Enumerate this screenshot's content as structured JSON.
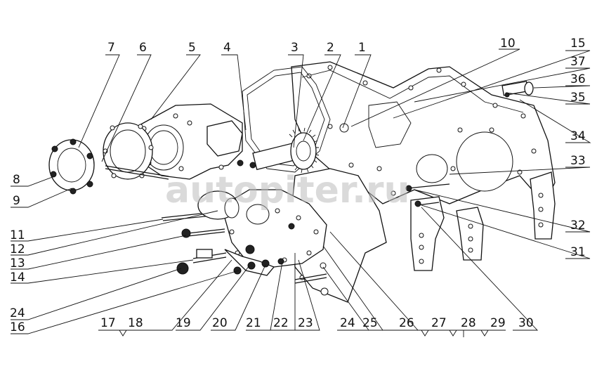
{
  "watermark": "autopiter.ru",
  "callouts": [
    "1",
    "2",
    "3",
    "4",
    "5",
    "6",
    "7",
    "8",
    "9",
    "10",
    "11",
    "12",
    "13",
    "14",
    "15",
    "16",
    "17",
    "18",
    "19",
    "20",
    "21",
    "22",
    "23",
    "24",
    "24",
    "25",
    "26",
    "27",
    "28",
    "29",
    "30",
    "31",
    "32",
    "33",
    "34",
    "35",
    "36",
    "37"
  ]
}
